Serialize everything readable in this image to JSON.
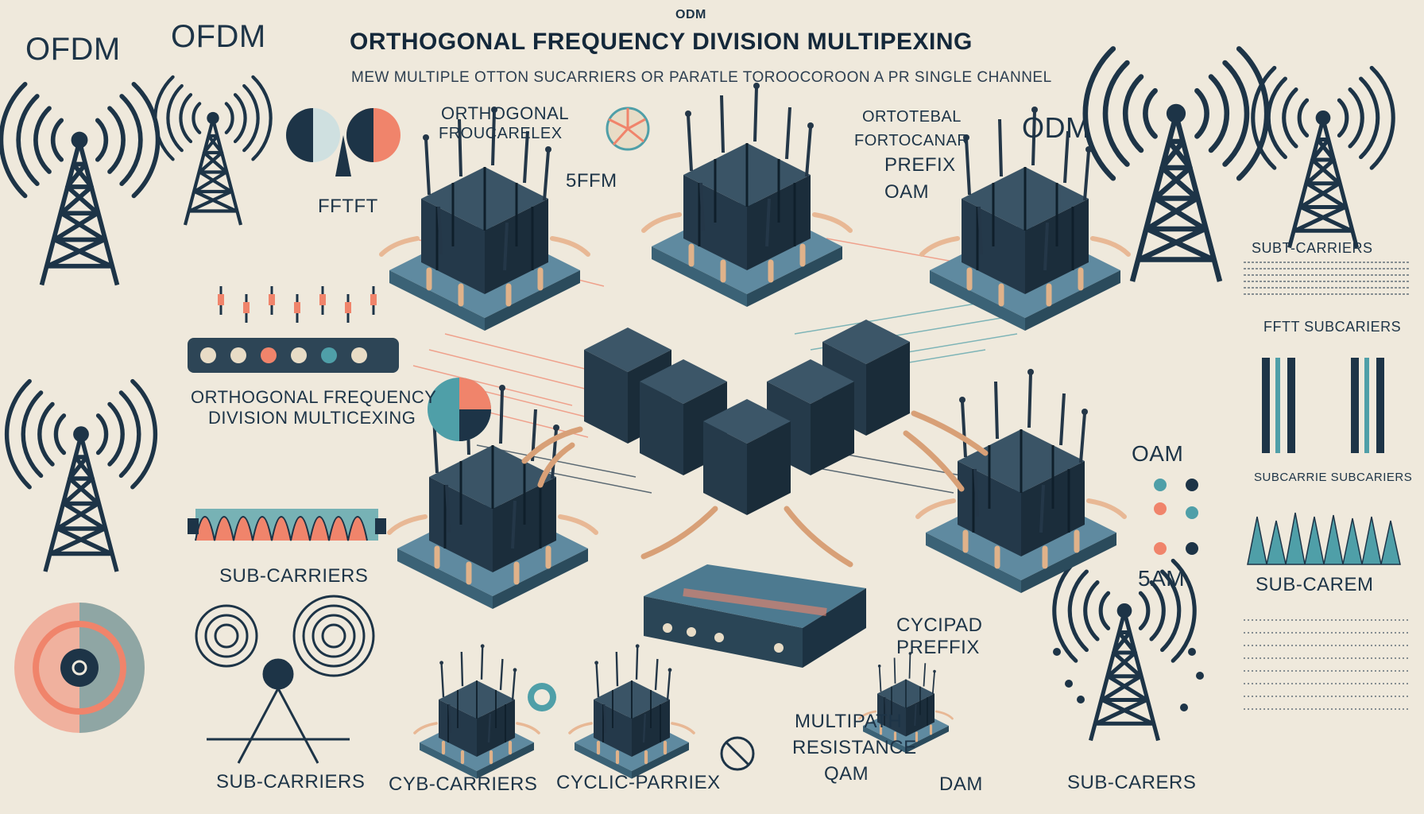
{
  "header": {
    "top_tag": "ODM",
    "title": "ORTHOGONAL FREQUENCY DIVISION MULTIPEXING",
    "subtitle": "MEW MULTIPLE OTTON SUCARRIERS OR PARATLE TOROOCOROON A PR SINGLE CHANNEL",
    "corner_a": "OFDM",
    "corner_b": "OFDM"
  },
  "labels": {
    "orthogonal_flex": [
      "ORTHOGONAL",
      "FROUCARELEX"
    ],
    "ortotebal_prefix": [
      "ORTOTEBAL",
      "FORTOCANAR",
      "PREFIX",
      "OAM"
    ],
    "fftft": "FFTFT",
    "sffm": "5FFM",
    "odm_right": "ODM",
    "subt_carriers": "SUBT-CARRIERS",
    "fftt_subcarriers": "FFTT SUBCARIERS",
    "ofdm_block": [
      "ORTHOGONAL FREQUENCY",
      "DIVISION MULTICEXING"
    ],
    "sub_carriers_left": "SUB-CARRIERS",
    "oam_right": "OAM",
    "sam_right": "5AM",
    "subcarrie_right": "SUBCARRIE SUBCARIERS",
    "sub_carem": "SUB-CAREM",
    "cycipad_prefix": [
      "CYCIPAD",
      "PREFFIX"
    ],
    "multipath": [
      "MULTIPATH",
      "RESISTANCE",
      "QAM"
    ],
    "bottom_sub_carriers": "SUB-CARRIERS",
    "bottom_cyb": "CYB-CARRIERS",
    "bottom_cyclic": "CYCLIC-PARRIEX",
    "bottom_dam": "DAM",
    "bottom_sub_carers": "SUB-CARERS"
  },
  "icons": [
    "radio-tower-icon",
    "signal-wave-icon",
    "pie-chart-icon",
    "target-icon",
    "chip-module-icon"
  ],
  "colors": {
    "background": "#efe9dc",
    "ink": "#1d3447",
    "chip": "#2e4556",
    "accent_coral": "#f0846b",
    "accent_teal": "#4f9fa8",
    "copper": "#d8a077"
  }
}
